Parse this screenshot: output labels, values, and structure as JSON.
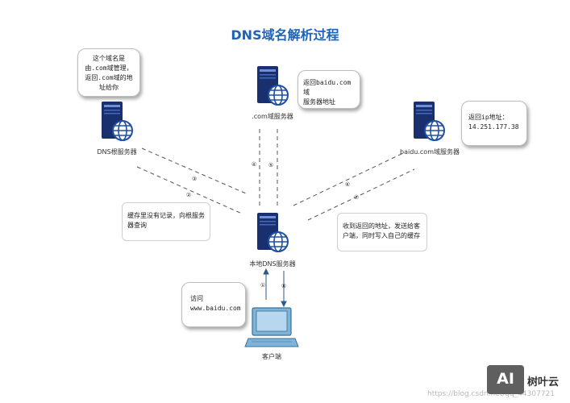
{
  "title": "DNS域名解析过程",
  "nodes": {
    "root": "DNS根服务器",
    "com": ".com域服务器",
    "baidu": "baidu.com域服务器",
    "local": "本地DNS服务器",
    "client": "客户端"
  },
  "notes": {
    "root": "这个域名是\n由.com域管理，\n返回.com域的地\n址给你",
    "com": "返回baidu.com域\n服务器地址",
    "baidu": "返回ip地址：\n14.251.177.38",
    "cache": "缓存里没有记录，向根服务\n器查询",
    "recv": "收到返回的地址，发送给客\n户端，同时写入自己的缓存",
    "visit": "访问\nwww.baidu.com"
  },
  "steps": [
    "①",
    "②",
    "③",
    "④",
    "⑤",
    "⑥",
    "⑦",
    "⑧"
  ],
  "watermark": {
    "logo": "AI",
    "brand": "树叶云",
    "url": "https://blog.csdn.net/qq_44307721"
  },
  "colors": {
    "server_dark": "#1a2f6e",
    "server_mid": "#23439a",
    "globe": "#1e4fa6",
    "title": "#1f63b8",
    "monitor": "#7fb4d8"
  }
}
